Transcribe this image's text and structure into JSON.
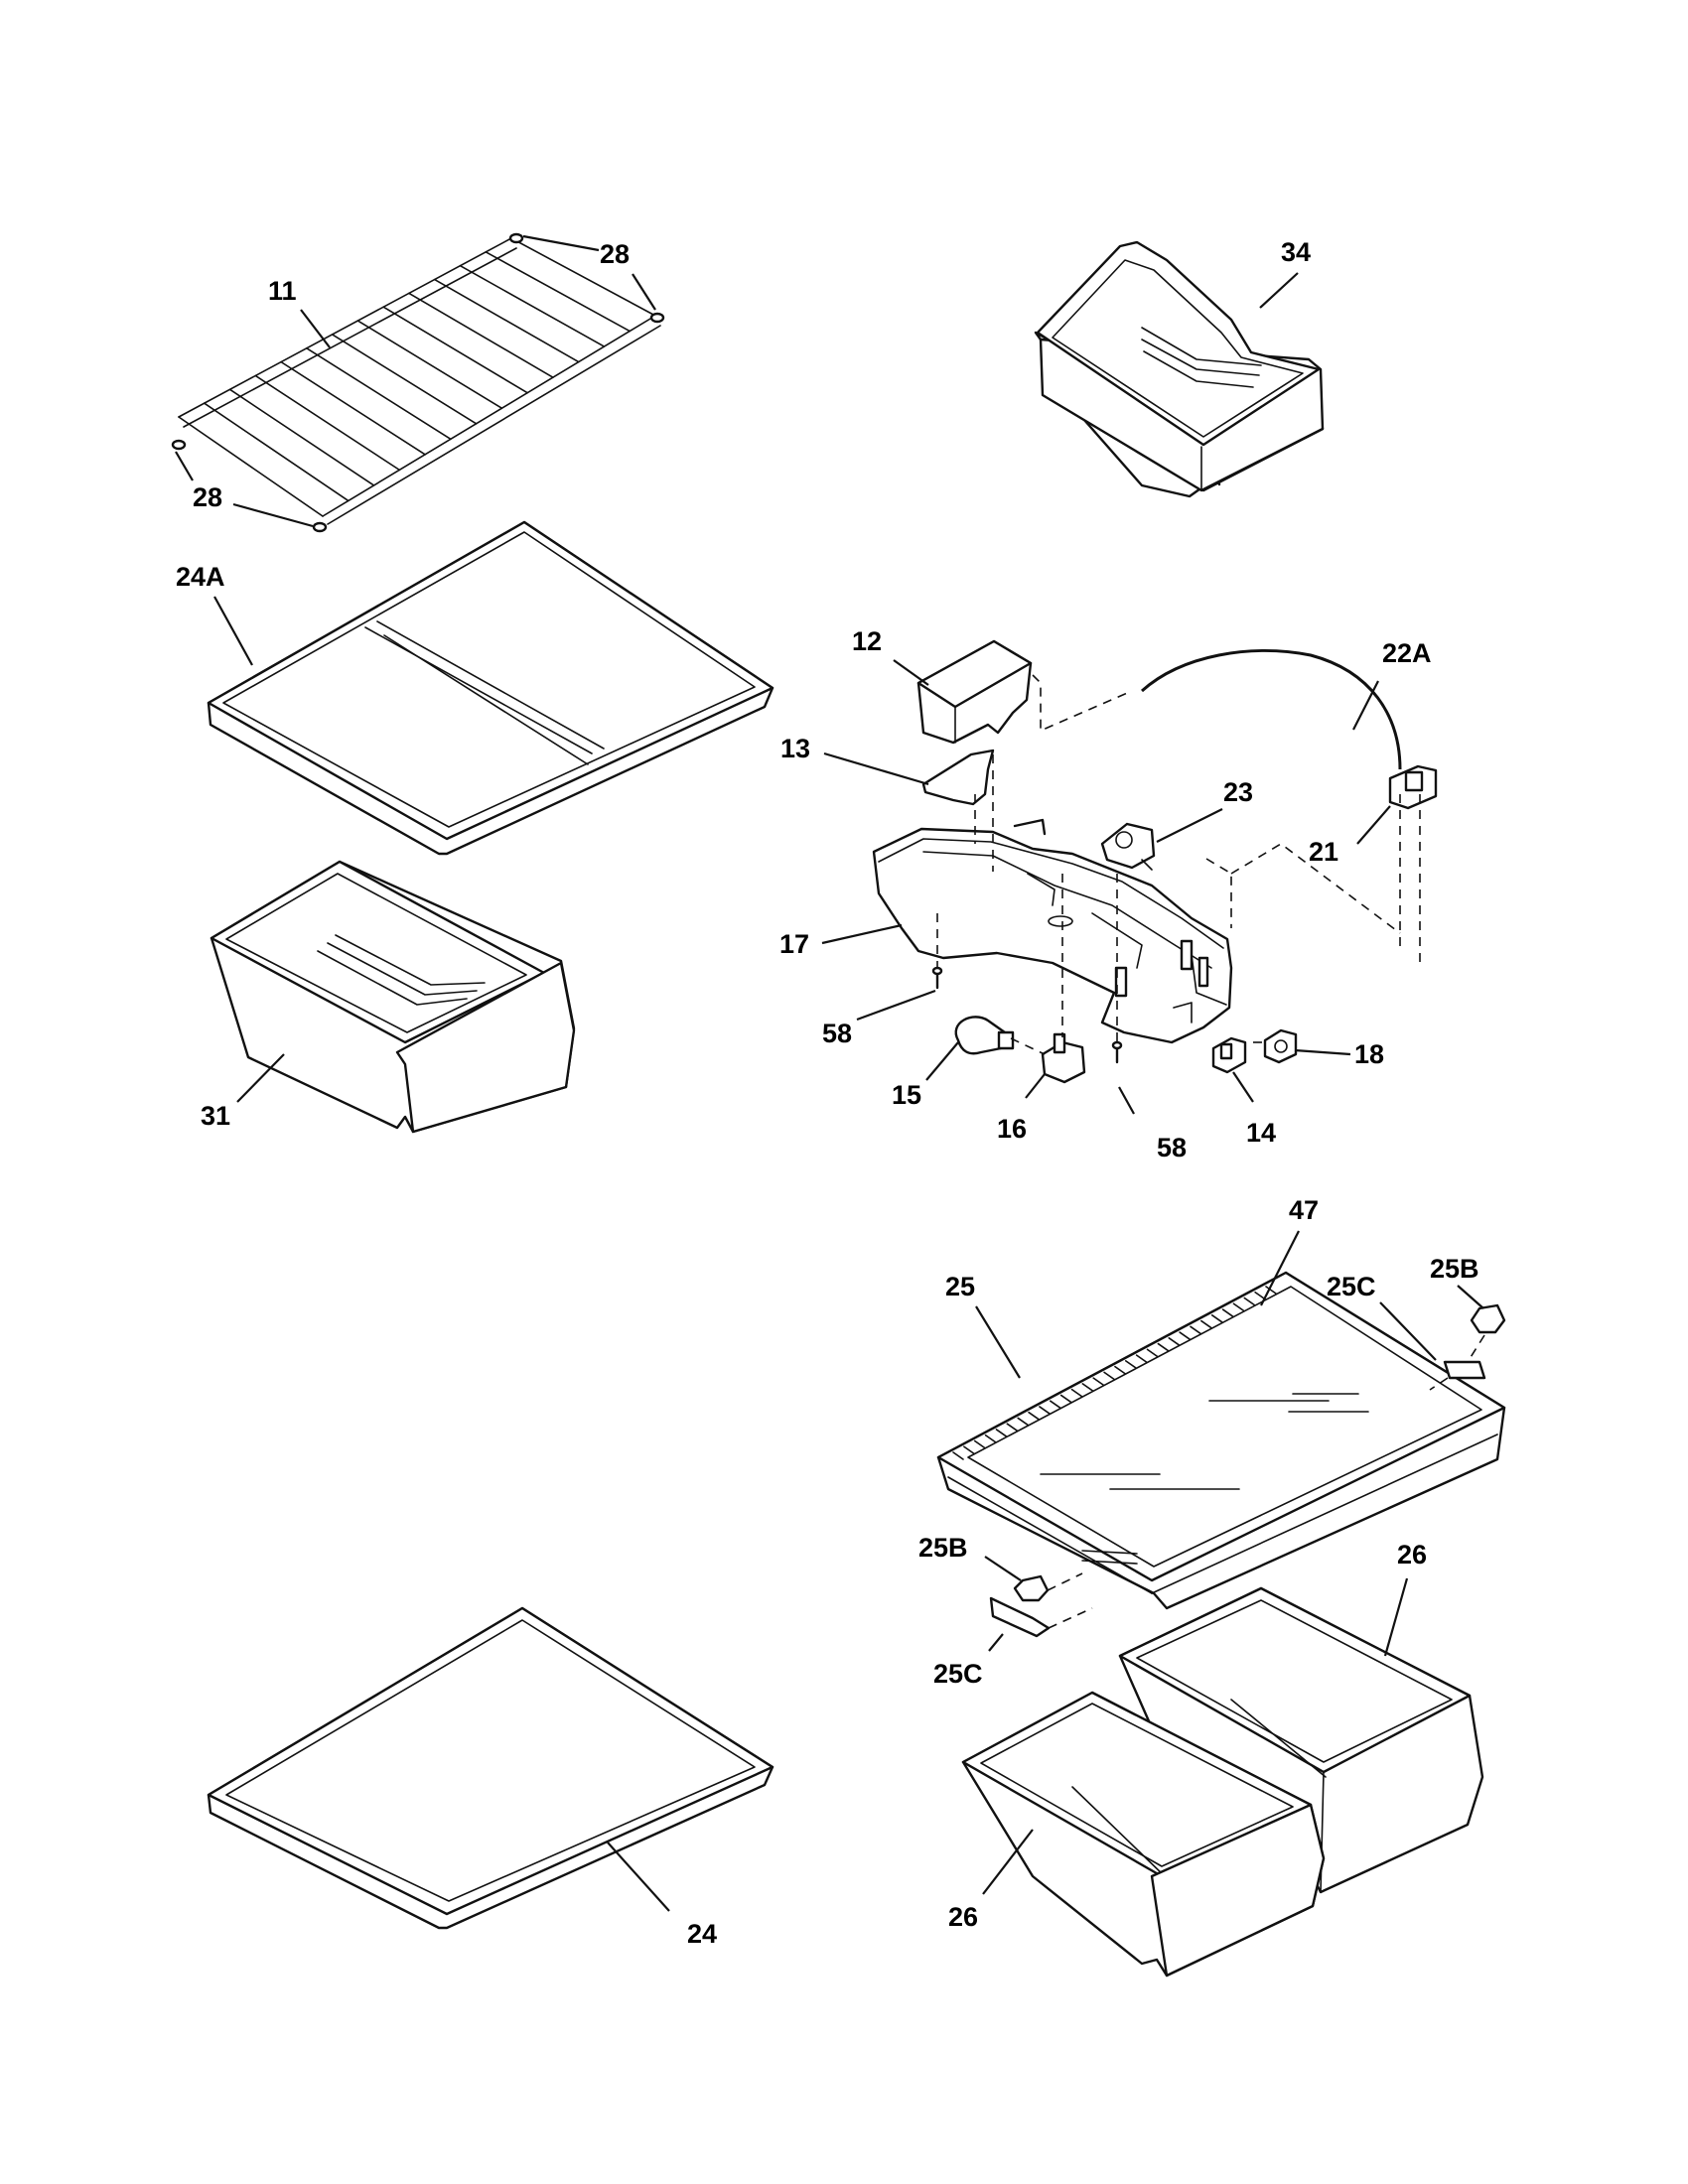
{
  "diagram": {
    "labels": [
      {
        "id": "11",
        "text": "11"
      },
      {
        "id": "28a",
        "text": "28"
      },
      {
        "id": "28b",
        "text": "28"
      },
      {
        "id": "34",
        "text": "34"
      },
      {
        "id": "24A",
        "text": "24A"
      },
      {
        "id": "12",
        "text": "12"
      },
      {
        "id": "22A",
        "text": "22A"
      },
      {
        "id": "13",
        "text": "13"
      },
      {
        "id": "23",
        "text": "23"
      },
      {
        "id": "21",
        "text": "21"
      },
      {
        "id": "17",
        "text": "17"
      },
      {
        "id": "58a",
        "text": "58"
      },
      {
        "id": "18",
        "text": "18"
      },
      {
        "id": "15",
        "text": "15"
      },
      {
        "id": "16",
        "text": "16"
      },
      {
        "id": "58b",
        "text": "58"
      },
      {
        "id": "14",
        "text": "14"
      },
      {
        "id": "31",
        "text": "31"
      },
      {
        "id": "47",
        "text": "47"
      },
      {
        "id": "25B_top",
        "text": "25B"
      },
      {
        "id": "25C_top",
        "text": "25C"
      },
      {
        "id": "25",
        "text": "25"
      },
      {
        "id": "25B_bot",
        "text": "25B"
      },
      {
        "id": "26a",
        "text": "26"
      },
      {
        "id": "25C_bot",
        "text": "25C"
      },
      {
        "id": "24",
        "text": "24"
      },
      {
        "id": "26b",
        "text": "26"
      }
    ]
  }
}
